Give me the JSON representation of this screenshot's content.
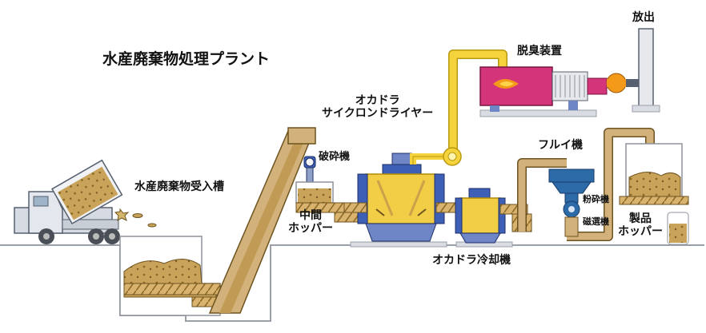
{
  "title": "水産廃棄物処理プラント",
  "labels": {
    "receiving_tank": "水産廃棄物受入槽",
    "middle_hopper": [
      "中間",
      "ホッパー"
    ],
    "crusher": "破砕機",
    "cyclone_dryer": [
      "オカドラ",
      "サイクロンドライヤー"
    ],
    "cooler": "オカドラ冷却機",
    "deodorizer": "脱臭装置",
    "discharge": "放出",
    "sieve": "フルイ機",
    "pulverizer": "粉砕機",
    "magnetic_separator": "磁選機",
    "product_hopper": [
      "製品",
      "ホッパー"
    ]
  },
  "colors": {
    "duct": "#f5d33c",
    "duct_outline": "#b89a10",
    "material": "#c9a35a",
    "conveyor": "#cfa763",
    "pipe": "#d2b27a",
    "deodorizer_body": "#d4357a",
    "dryer_body": "#f2cd46",
    "machine_blue": "#3d5fb5",
    "machine_teal": "#2d6aa8",
    "ground": "#9aa0a8",
    "truck_body": "#dfe3ea",
    "flame": "#f39a1b"
  }
}
